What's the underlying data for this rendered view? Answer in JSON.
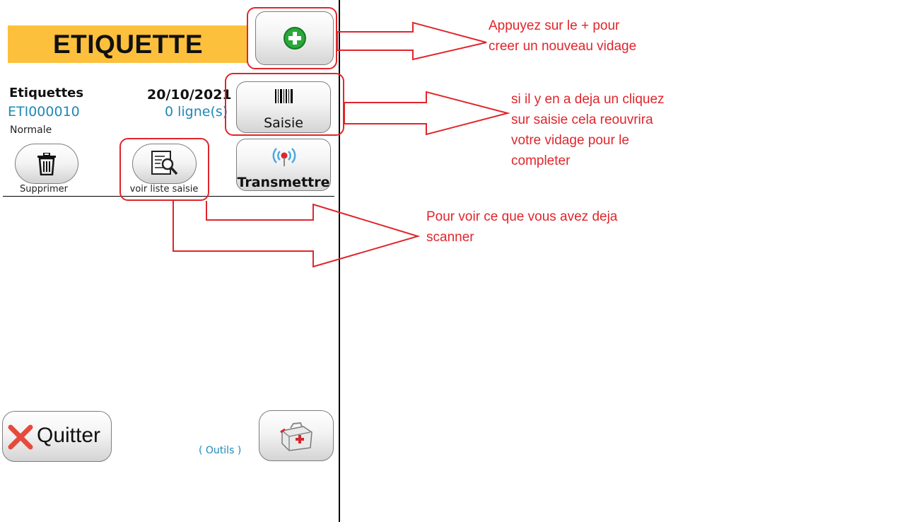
{
  "header": {
    "title": "ETIQUETTE"
  },
  "document": {
    "type_label": "Etiquettes",
    "code": "ETI000010",
    "mode": "Normale",
    "date": "20/10/2021",
    "lines": "0 ligne(s)"
  },
  "buttons": {
    "saisie": "Saisie",
    "transmettre": "Transmettre",
    "supprimer": "Supprimer",
    "voir_liste": "voir liste saisie",
    "quitter": "Quitter",
    "outils": "( Outils )"
  },
  "annotations": {
    "add_line1": "Appuyez sur le + pour",
    "add_line2": "creer un nouveau vidage",
    "saisie_line1": "si il y en a deja un cliquez",
    "saisie_line2": "sur saisie cela reouvrira",
    "saisie_line3": "votre vidage pour le",
    "saisie_line4": "completer",
    "voir_line1": "Pour voir ce que vous avez deja",
    "voir_line2": "scanner"
  },
  "colors": {
    "banner": "#fdc03d",
    "link_blue": "#1f88b8",
    "annotation_red": "#e0252b",
    "add_green": "#2aa83a"
  },
  "icons": [
    "plus-circle-icon",
    "barcode-icon",
    "antenna-icon",
    "trash-icon",
    "document-search-icon",
    "close-x-icon",
    "first-aid-kit-icon"
  ]
}
